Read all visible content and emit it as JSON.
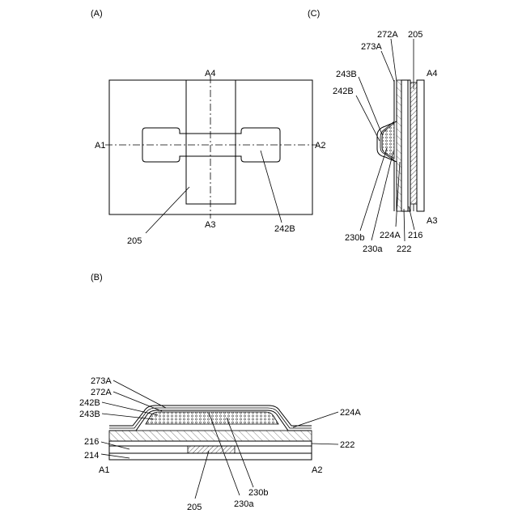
{
  "panels": {
    "a": "(A)",
    "b": "(B)",
    "c": "(C)"
  },
  "panel_a": {
    "A1": "A1",
    "A2": "A2",
    "A3": "A3",
    "A4": "A4",
    "r205": "205",
    "r242B": "242B"
  },
  "panel_b": {
    "r273A": "273A",
    "r272A": "272A",
    "r242B": "242B",
    "r243B": "243B",
    "r216": "216",
    "r214": "214",
    "A1": "A1",
    "A2": "A2",
    "r224A": "224A",
    "r222": "222",
    "r205": "205",
    "r230a": "230a",
    "r230b": "230b"
  },
  "panel_c": {
    "r272A": "272A",
    "r205": "205",
    "r273A": "273A",
    "A4": "A4",
    "r243B": "243B",
    "r242B": "242B",
    "A3": "A3",
    "r230b": "230b",
    "r224A": "224A",
    "r216": "216",
    "r230a": "230a",
    "r222": "222"
  }
}
